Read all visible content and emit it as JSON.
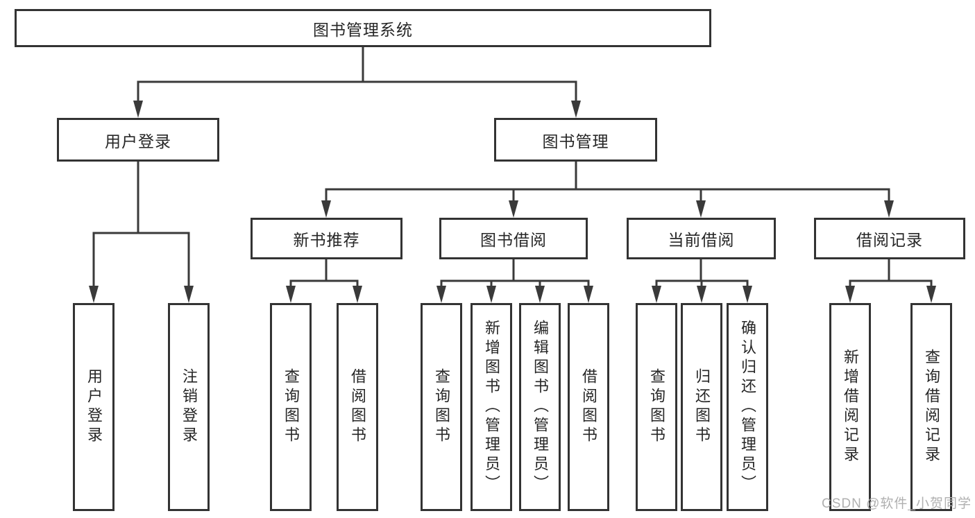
{
  "tree": {
    "label": "图书管理系统",
    "children": [
      {
        "label": "用户登录",
        "children": [
          {
            "label": "用户登录"
          },
          {
            "label": "注销登录"
          }
        ]
      },
      {
        "label": "图书管理",
        "children": [
          {
            "label": "新书推荐",
            "children": [
              {
                "label": "查询图书"
              },
              {
                "label": "借阅图书"
              }
            ]
          },
          {
            "label": "图书借阅",
            "children": [
              {
                "label": "查询图书"
              },
              {
                "label": "新增图书（管理员）"
              },
              {
                "label": "编辑图书（管理员）"
              },
              {
                "label": "借阅图书"
              }
            ]
          },
          {
            "label": "当前借阅",
            "children": [
              {
                "label": "查询图书"
              },
              {
                "label": "归还图书"
              },
              {
                "label": "确认归还（管理员）"
              }
            ]
          },
          {
            "label": "借阅记录",
            "children": [
              {
                "label": "新增借阅记录"
              },
              {
                "label": "查询借阅记录"
              }
            ]
          }
        ]
      }
    ]
  },
  "watermark": {
    "text": "CSDN @软件_小贺同学"
  },
  "colors": {
    "line": "#3a3a3a",
    "box_border": "#333333",
    "text": "#262626",
    "watermark": "#b0b0b0",
    "background": "#ffffff"
  }
}
